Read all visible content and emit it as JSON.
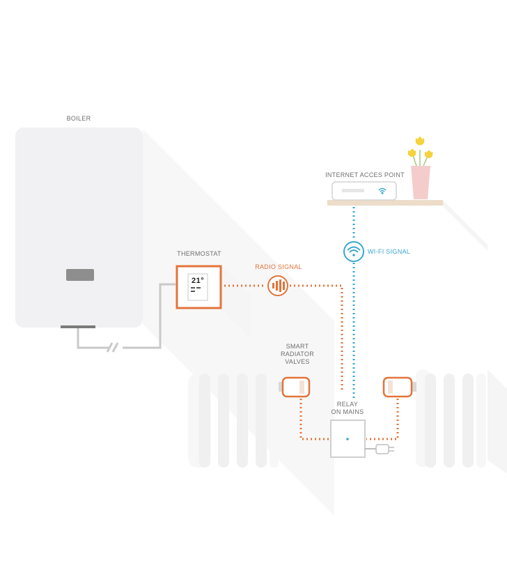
{
  "labels": {
    "boiler": "BOILER",
    "thermostat": "THERMOSTAT",
    "radio_signal": "RADIO SIGNAL",
    "internet_access_point": "INTERNET ACCES POINT",
    "wifi_signal": "WI-FI SIGNAL",
    "smart_valves_line1": "SMART",
    "smart_valves_line2": "RADIATOR",
    "smart_valves_line3": "VALVES",
    "relay_line1": "RELAY",
    "relay_line2": "ON MAINS"
  },
  "thermostat_display": "21°",
  "colors": {
    "orange": "#e2743a",
    "blue": "#3aa7cf",
    "boiler": "#f1f1f3",
    "shadow": "#f6f6f6",
    "shelf": "#ecdcc8",
    "flower_pot": "#f4cccc",
    "tulip": "#f6d23c"
  },
  "icons": [
    "boiler-display-icon",
    "radio-signal-icon",
    "wifi-signal-icon",
    "router-wifi-icon",
    "plug-icon",
    "tulip-icon"
  ]
}
